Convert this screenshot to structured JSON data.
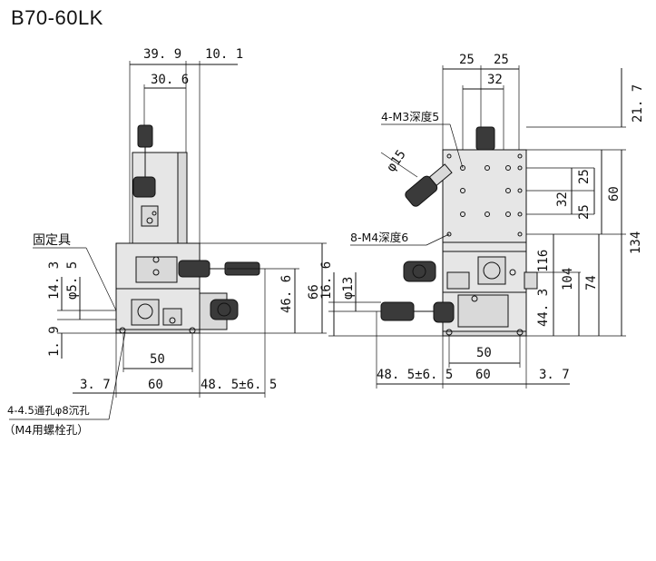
{
  "title": "B70-60LK",
  "left_view": {
    "dims": {
      "d39_9": "39. 9",
      "d10_1": "10. 1",
      "d30_6": "30. 6",
      "d14_3": "14. 3",
      "d5_5": "φ5. 5",
      "d1_9": "1. 9",
      "d50": "50",
      "d3_7": "3. 7",
      "d60": "60",
      "d48_5": "48. 5±6. 5",
      "d46_6": "46. 6",
      "d66": "66"
    },
    "labels": {
      "fixture": "固定具",
      "hole_note_1": "4-4.5通孔φ8沉孔",
      "hole_note_2": "（M4用螺栓孔）"
    }
  },
  "right_view": {
    "dims": {
      "d25a": "25",
      "d25b": "25",
      "d32_top": "32",
      "d21_7": "21. 7",
      "d25_r1": "25",
      "d32_r": "32",
      "d25_r2": "25",
      "d60_r": "60",
      "d116": "116",
      "d104": "104",
      "d74": "74",
      "d134": "134",
      "d44_3": "44. 3",
      "d16_6": "16. 6",
      "d13": "φ13",
      "d15": "φ15",
      "d50": "50",
      "d48_5": "48. 5±6. 5",
      "d60": "60",
      "d3_7": "3. 7"
    },
    "labels": {
      "m3": "4-M3深度5",
      "m4": "8-M4深度6"
    }
  }
}
